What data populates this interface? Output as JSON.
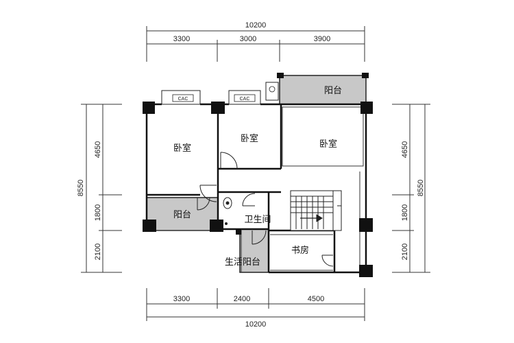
{
  "top_dims": {
    "total": "10200",
    "segments": [
      "3300",
      "3000",
      "3900"
    ]
  },
  "bottom_dims": {
    "total": "10200",
    "segments": [
      "3300",
      "2400",
      "4500"
    ]
  },
  "left_dims": {
    "total": "8550",
    "segments": [
      "4650",
      "1800",
      "2100"
    ]
  },
  "right_dims": {
    "total": "8550",
    "segments": [
      "4650",
      "1800",
      "2100"
    ]
  },
  "rooms": {
    "bedroom_1": "卧室",
    "bedroom_2": "卧室",
    "bedroom_3": "卧室",
    "balcony_top": "阳台",
    "balcony_left": "阳台",
    "bathroom": "卫生间",
    "study": "书房",
    "utility_balcony": "生活阳台"
  },
  "ac_labels": [
    "CAC",
    "CAC"
  ],
  "colors": {
    "wall": "#111111",
    "line": "#333333",
    "balcony_fill": "#c8c8c8",
    "column": "#111111"
  }
}
